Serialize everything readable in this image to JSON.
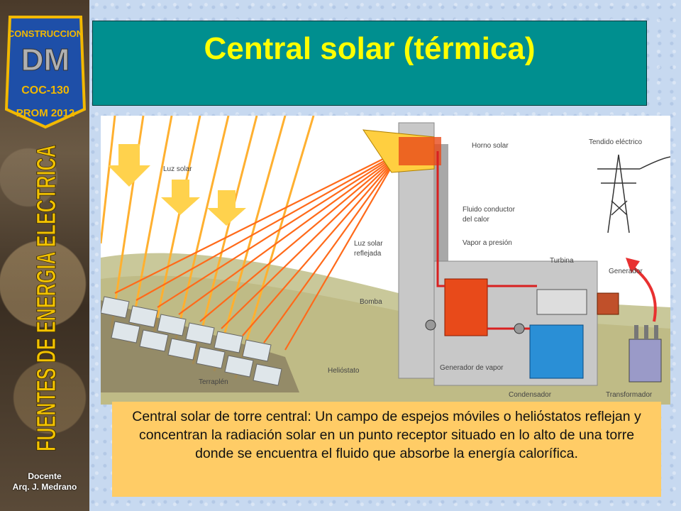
{
  "slide": {
    "title": "Central solar (térmica)",
    "caption": "Central solar de torre central: Un campo de espejos móviles o heliόstatos reflejan y concentran la radiación solar en un punto receptor situado en lo alto de una torre donde se encuentra el fluido que absorbe la energía calorífica."
  },
  "sidebar": {
    "logo_top": "CONSTRUCCION",
    "logo_mid": "COC-130",
    "logo_bottom": "PROM 2012",
    "vertical_title": "FUENTES DE ENERGIA ELECTRICA",
    "docente_label": "Docente",
    "docente_name": "Arq. J. Medrano"
  },
  "diagram": {
    "labels": {
      "luz_solar": "Luz solar",
      "horno_solar": "Horno solar",
      "tendido_electrico": "Tendido eléctrico",
      "fluido_1": "Fluido conductor",
      "fluido_2": "del calor",
      "luz_reflejada_1": "Luz solar",
      "luz_reflejada_2": "reflejada",
      "vapor_presion": "Vapor a presión",
      "turbina": "Turbina",
      "generador": "Generador",
      "bomba": "Bomba",
      "generador_vapor": "Generador de vapor",
      "heliostato": "Heliόstato",
      "terraplen": "Terraplén",
      "condensador": "Condensador",
      "transformador": "Transformador"
    },
    "colors": {
      "sky": "#ffffff",
      "ground": "#c9c89a",
      "rays_incoming": "#ff9900",
      "rays_reflected": "#ff5500",
      "tower": "#c8c8c8",
      "pipe": "#d92020",
      "condenser": "#2a8fd6"
    }
  }
}
